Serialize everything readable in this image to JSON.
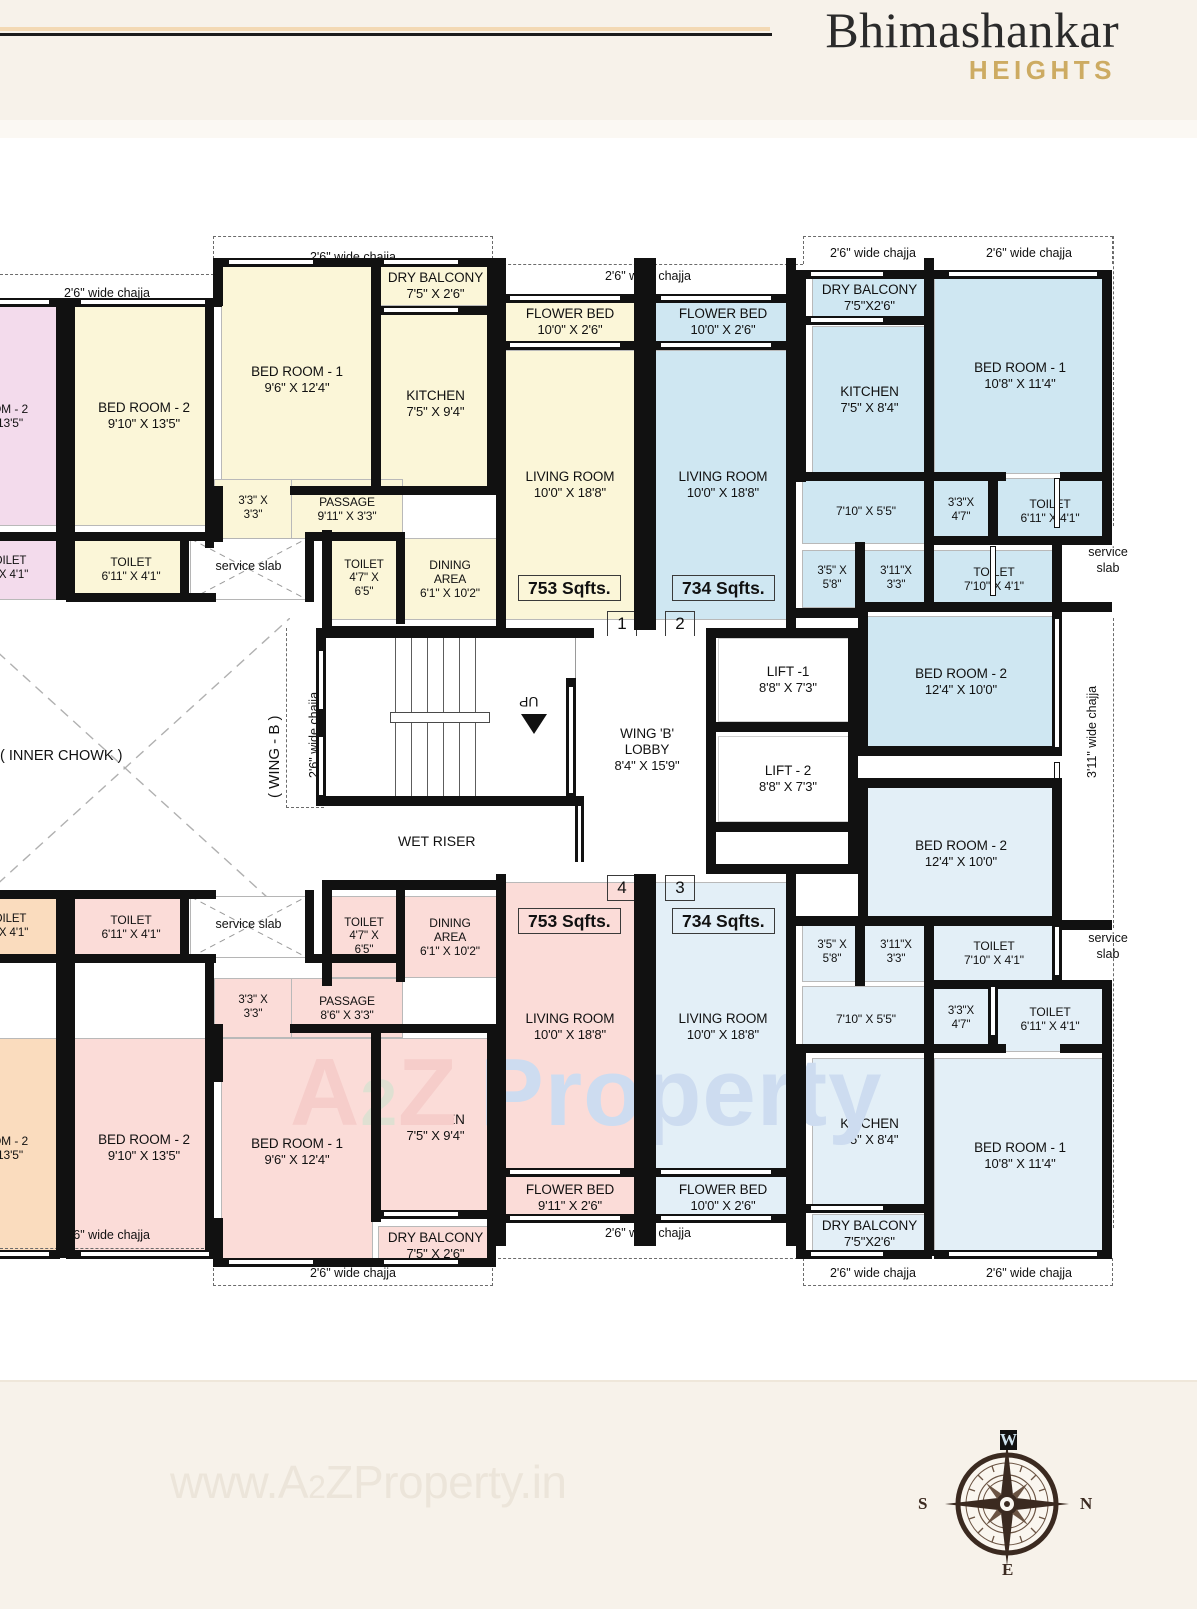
{
  "header": {
    "brand_name": "Bhimashankar",
    "brand_sub": "HEIGHTS",
    "accent_gold": "#cdab62",
    "band_bg": "#f7f2ea"
  },
  "footer": {
    "watermark_prefix": "www.A",
    "watermark_sub": "2",
    "watermark_suffix": "ZProperty.in",
    "compass": {
      "north": "N",
      "south": "S",
      "east": "E",
      "west": "W"
    }
  },
  "plan": {
    "wing_label": "( WING - B )",
    "inner_chowk_label": "( INNER CHOWK )",
    "wet_riser_label": "WET RISER",
    "up_label": "UP",
    "service_slab_label": "service slab",
    "chajja_26": "2'6\" wide chajja",
    "chajja_311": "3'11\" wide chajja",
    "lobby": {
      "name": "WING 'B'",
      "name2": "LOBBY",
      "dim": "8'4\" X 15'9\""
    },
    "lifts": [
      {
        "name": "LIFT -1",
        "dim": "8'8\" X 7'3\""
      },
      {
        "name": "LIFT - 2",
        "dim": "8'8\" X 7'3\""
      }
    ],
    "watermark": {
      "a": "A",
      "two": "2",
      "z": "Z",
      "property": "Property"
    }
  },
  "units": [
    {
      "number": "1",
      "area": "753 Sqfts.",
      "tint": "#fbf6d8",
      "rooms": [
        {
          "name": "BED ROOM - 1",
          "dim": "9'6\" X 12'4\""
        },
        {
          "name": "BED ROOM - 2",
          "dim": "9'10\" X 13'5\""
        },
        {
          "name": "KITCHEN",
          "dim": "7'5\" X 9'4\""
        },
        {
          "name": "DRY BALCONY",
          "dim": "7'5\" X 2'6\""
        },
        {
          "name": "LIVING ROOM",
          "dim": "10'0\" X 18'8\""
        },
        {
          "name": "DINING AREA",
          "dim": "6'1\" X 10'2\""
        },
        {
          "name": "FLOWER BED",
          "dim": "10'0\" X 2'6\""
        },
        {
          "name": "PASSAGE",
          "dim": "9'11\" X 3'3\""
        },
        {
          "name": "TOILET",
          "dim": "6'11\" X 4'1\""
        },
        {
          "name": "TOILET",
          "dim": "4'7\" X 6'5\""
        },
        {
          "name": "",
          "dim": "3'3\" X 3'3\""
        }
      ]
    },
    {
      "number": "2",
      "area": "734 Sqfts.",
      "tint": "#cfe7f2",
      "rooms": [
        {
          "name": "BED ROOM - 1",
          "dim": "10'8\" X 11'4\""
        },
        {
          "name": "BED ROOM - 2",
          "dim": "12'4\" X 10'0\""
        },
        {
          "name": "KITCHEN",
          "dim": "7'5\" X 8'4\""
        },
        {
          "name": "DRY BALCONY",
          "dim": "7'5\"X2'6\""
        },
        {
          "name": "LIVING ROOM",
          "dim": "10'0\" X 18'8\""
        },
        {
          "name": "FLOWER BED",
          "dim": "10'0\" X 2'6\""
        },
        {
          "name": "TOILET",
          "dim": "6'11\" X 4'1\""
        },
        {
          "name": "TOILET",
          "dim": "7'10\" X 4'1\""
        },
        {
          "name": "",
          "dim": "7'10\" X 5'5\""
        },
        {
          "name": "",
          "dim": "3'3\"X 4'7\""
        },
        {
          "name": "",
          "dim": "3'11\"X 3'3\""
        },
        {
          "name": "",
          "dim": "3'5\" X 5'8\""
        },
        {
          "name": "",
          "dim": "3'3\"X 4'7\""
        }
      ]
    },
    {
      "number": "3",
      "area": "734 Sqfts.",
      "tint": "#e3eff7",
      "rooms": [
        {
          "name": "BED ROOM - 1",
          "dim": "10'8\" X 11'4\""
        },
        {
          "name": "BED ROOM - 2",
          "dim": "12'4\" X 10'0\""
        },
        {
          "name": "KITCHEN",
          "dim": "7'5\" X 8'4\""
        },
        {
          "name": "DRY BALCONY",
          "dim": "7'5\"X2'6\""
        },
        {
          "name": "LIVING ROOM",
          "dim": "10'0\" X 18'8\""
        },
        {
          "name": "FLOWER BED",
          "dim": "10'0\" X 2'6\""
        },
        {
          "name": "TOILET",
          "dim": "6'11\" X 4'1\""
        },
        {
          "name": "TOILET",
          "dim": "7'10\" X 4'1\""
        }
      ]
    },
    {
      "number": "4",
      "area": "753 Sqfts.",
      "tint": "#fbdcd8",
      "rooms": [
        {
          "name": "BED ROOM - 1",
          "dim": "9'6\" X 12'4\""
        },
        {
          "name": "BED ROOM - 2",
          "dim": "9'10\" X 13'5\""
        },
        {
          "name": "KITCHEN",
          "dim": "7'5\" X 9'4\""
        },
        {
          "name": "DRY BALCONY",
          "dim": "7'5\" X 2'6\""
        },
        {
          "name": "LIVING ROOM",
          "dim": "10'0\" X 18'8\""
        },
        {
          "name": "DINING AREA",
          "dim": "6'1\" X 10'2\""
        },
        {
          "name": "FLOWER BED",
          "dim": "9'11\" X 2'6\""
        },
        {
          "name": "PASSAGE",
          "dim": "8'6\" X 3'3\""
        },
        {
          "name": "TOILET",
          "dim": "6'11\" X 4'1\""
        },
        {
          "name": "TOILET",
          "dim": "4'7\" X 6'5\""
        }
      ]
    }
  ],
  "labels": {
    "u1_bed1_n": "BED ROOM - 1",
    "u1_bed1_d": "9'6\" X 12'4\"",
    "u1_bed2_n": "BED ROOM - 2",
    "u1_bed2_d": "9'10\" X 13'5\"",
    "u1_kit_n": "KITCHEN",
    "u1_kit_d": "7'5\" X 9'4\"",
    "u1_dry_n": "DRY BALCONY",
    "u1_dry_d": "7'5\" X 2'6\"",
    "u1_liv_n": "LIVING ROOM",
    "u1_liv_d": "10'0\" X 18'8\"",
    "u1_din_n": "DINING",
    "u1_din_n2": "AREA",
    "u1_din_d": "6'1\" X 10'2\"",
    "u1_flw_n": "FLOWER BED",
    "u1_flw_d": "10'0\" X 2'6\"",
    "u1_pas_n": "PASSAGE",
    "u1_pas_d": "9'11\" X 3'3\"",
    "u1_tol_n": "TOILET",
    "u1_tol_d": "6'11\" X 4'1\"",
    "u1_tol2_n": "TOILET",
    "u1_tol2_d": "4'7\" X",
    "u1_tol2_d2": "6'5\"",
    "u1_sq_d": "3'3\" X",
    "u1_sq_d2": "3'3\"",
    "u1_area": "753 Sqfts.",
    "u1_no": "1",
    "u2_bed1_n": "BED ROOM - 1",
    "u2_bed1_d": "10'8\" X 11'4\"",
    "u2_bed2_n": "BED ROOM - 2",
    "u2_bed2_d": "12'4\" X 10'0\"",
    "u2_kit_n": "KITCHEN",
    "u2_kit_d": "7'5\" X 8'4\"",
    "u2_dry_n": "DRY BALCONY",
    "u2_dry_d": "7'5\"X2'6\"",
    "u2_liv_n": "LIVING ROOM",
    "u2_liv_d": "10'0\" X 18'8\"",
    "u2_flw_n": "FLOWER BED",
    "u2_flw_d": "10'0\" X 2'6\"",
    "u2_tol_n": "TOILET",
    "u2_tol_d": "6'11\" X 4'1\"",
    "u2_tol2_n": "TOILET",
    "u2_tol2_d": "7'10\" X 4'1\"",
    "u2_hall_d": "7'10\" X 5'5\"",
    "u2_n1_d": "3'3\"X",
    "u2_n1_d2": "4'7\"",
    "u2_n2_d": "3'11\"X",
    "u2_n2_d2": "3'3\"",
    "u2_n3_d": "3'5\" X",
    "u2_n3_d2": "5'8\"",
    "u2_area": "734 Sqfts.",
    "u2_no": "2",
    "u3_bed1_n": "BED ROOM - 1",
    "u3_bed1_d": "10'8\" X 11'4\"",
    "u3_bed2_n": "BED ROOM - 2",
    "u3_bed2_d": "12'4\" X 10'0\"",
    "u3_kit_n": "KITCHEN",
    "u3_kit_d": "7'5\" X 8'4\"",
    "u3_dry_n": "DRY BALCONY",
    "u3_dry_d": "7'5\"X2'6\"",
    "u3_liv_n": "LIVING ROOM",
    "u3_liv_d": "10'0\" X 18'8\"",
    "u3_flw_n": "FLOWER BED",
    "u3_flw_d": "10'0\" X 2'6\"",
    "u3_tol_n": "TOILET",
    "u3_tol_d": "6'11\" X 4'1\"",
    "u3_tol2_n": "TOILET",
    "u3_tol2_d": "7'10\" X 4'1\"",
    "u3_hall_d": "7'10\" X 5'5\"",
    "u3_n1_d": "3'3\"X",
    "u3_n1_d2": "4'7\"",
    "u3_n2_d": "3'11\"X",
    "u3_n2_d2": "3'3\"",
    "u3_n3_d": "3'5\" X",
    "u3_n3_d2": "5'8\"",
    "u3_area": "734 Sqfts.",
    "u3_no": "3",
    "u4_bed1_n": "BED ROOM - 1",
    "u4_bed1_d": "9'6\" X 12'4\"",
    "u4_bed2_n": "BED ROOM - 2",
    "u4_bed2_d": "9'10\" X 13'5\"",
    "u4_kit_n": "KITCHEN",
    "u4_kit_d": "7'5\" X 9'4\"",
    "u4_dry_n": "DRY BALCONY",
    "u4_dry_d": "7'5\" X 2'6\"",
    "u4_liv_n": "LIVING ROOM",
    "u4_liv_d": "10'0\" X 18'8\"",
    "u4_din_n": "DINING",
    "u4_din_n2": "AREA",
    "u4_din_d": "6'1\" X 10'2\"",
    "u4_flw_n": "FLOWER BED",
    "u4_flw_d": "9'11\" X 2'6\"",
    "u4_pas_n": "PASSAGE",
    "u4_pas_d": "8'6\" X 3'3\"",
    "u4_tol_n": "TOILET",
    "u4_tol_d": "6'11\" X 4'1\"",
    "u4_tol2_n": "TOILET",
    "u4_tol2_d": "4'7\" X",
    "u4_tol2_d2": "6'5\"",
    "u4_sq_d": "3'3\" X",
    "u4_sq_d2": "3'3\"",
    "u4_area": "753 Sqfts.",
    "u4_no": "4",
    "edge_tl_n": "OM - 2",
    "edge_tl_d": "13'5\"",
    "edge_tl_tol_n": "OILET",
    "edge_tl_tol_d": "\" X 4'1\"",
    "edge_bl_n": "OM - 2",
    "edge_bl_d": "13'5\"",
    "edge_bl_tol_n": "OILET",
    "edge_bl_tol_d": "\" X 4'1\""
  }
}
